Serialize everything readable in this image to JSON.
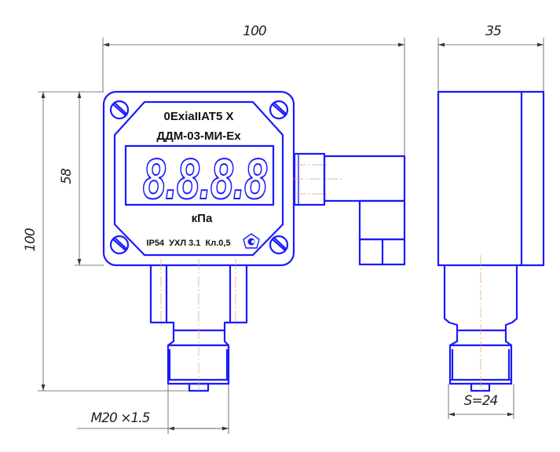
{
  "drawing": {
    "dimensions": {
      "overall_width": "100",
      "side_depth": "35",
      "overall_height": "100",
      "housing_height": "58",
      "thread": "M20 ×1.5",
      "wrench_size": "S=24"
    },
    "faceplate": {
      "ex_marking": "0ExiaIIAT5 X",
      "model": "ДДМ-03-МИ-Ex",
      "display_digits": "8.8.8.8",
      "unit": "кПа",
      "ratings": "IP54  УХЛ 3.1  Кл.0,5"
    },
    "colors": {
      "outline": "#1a1aff",
      "dimension": "#555555",
      "centerline": "#e0a070"
    }
  }
}
